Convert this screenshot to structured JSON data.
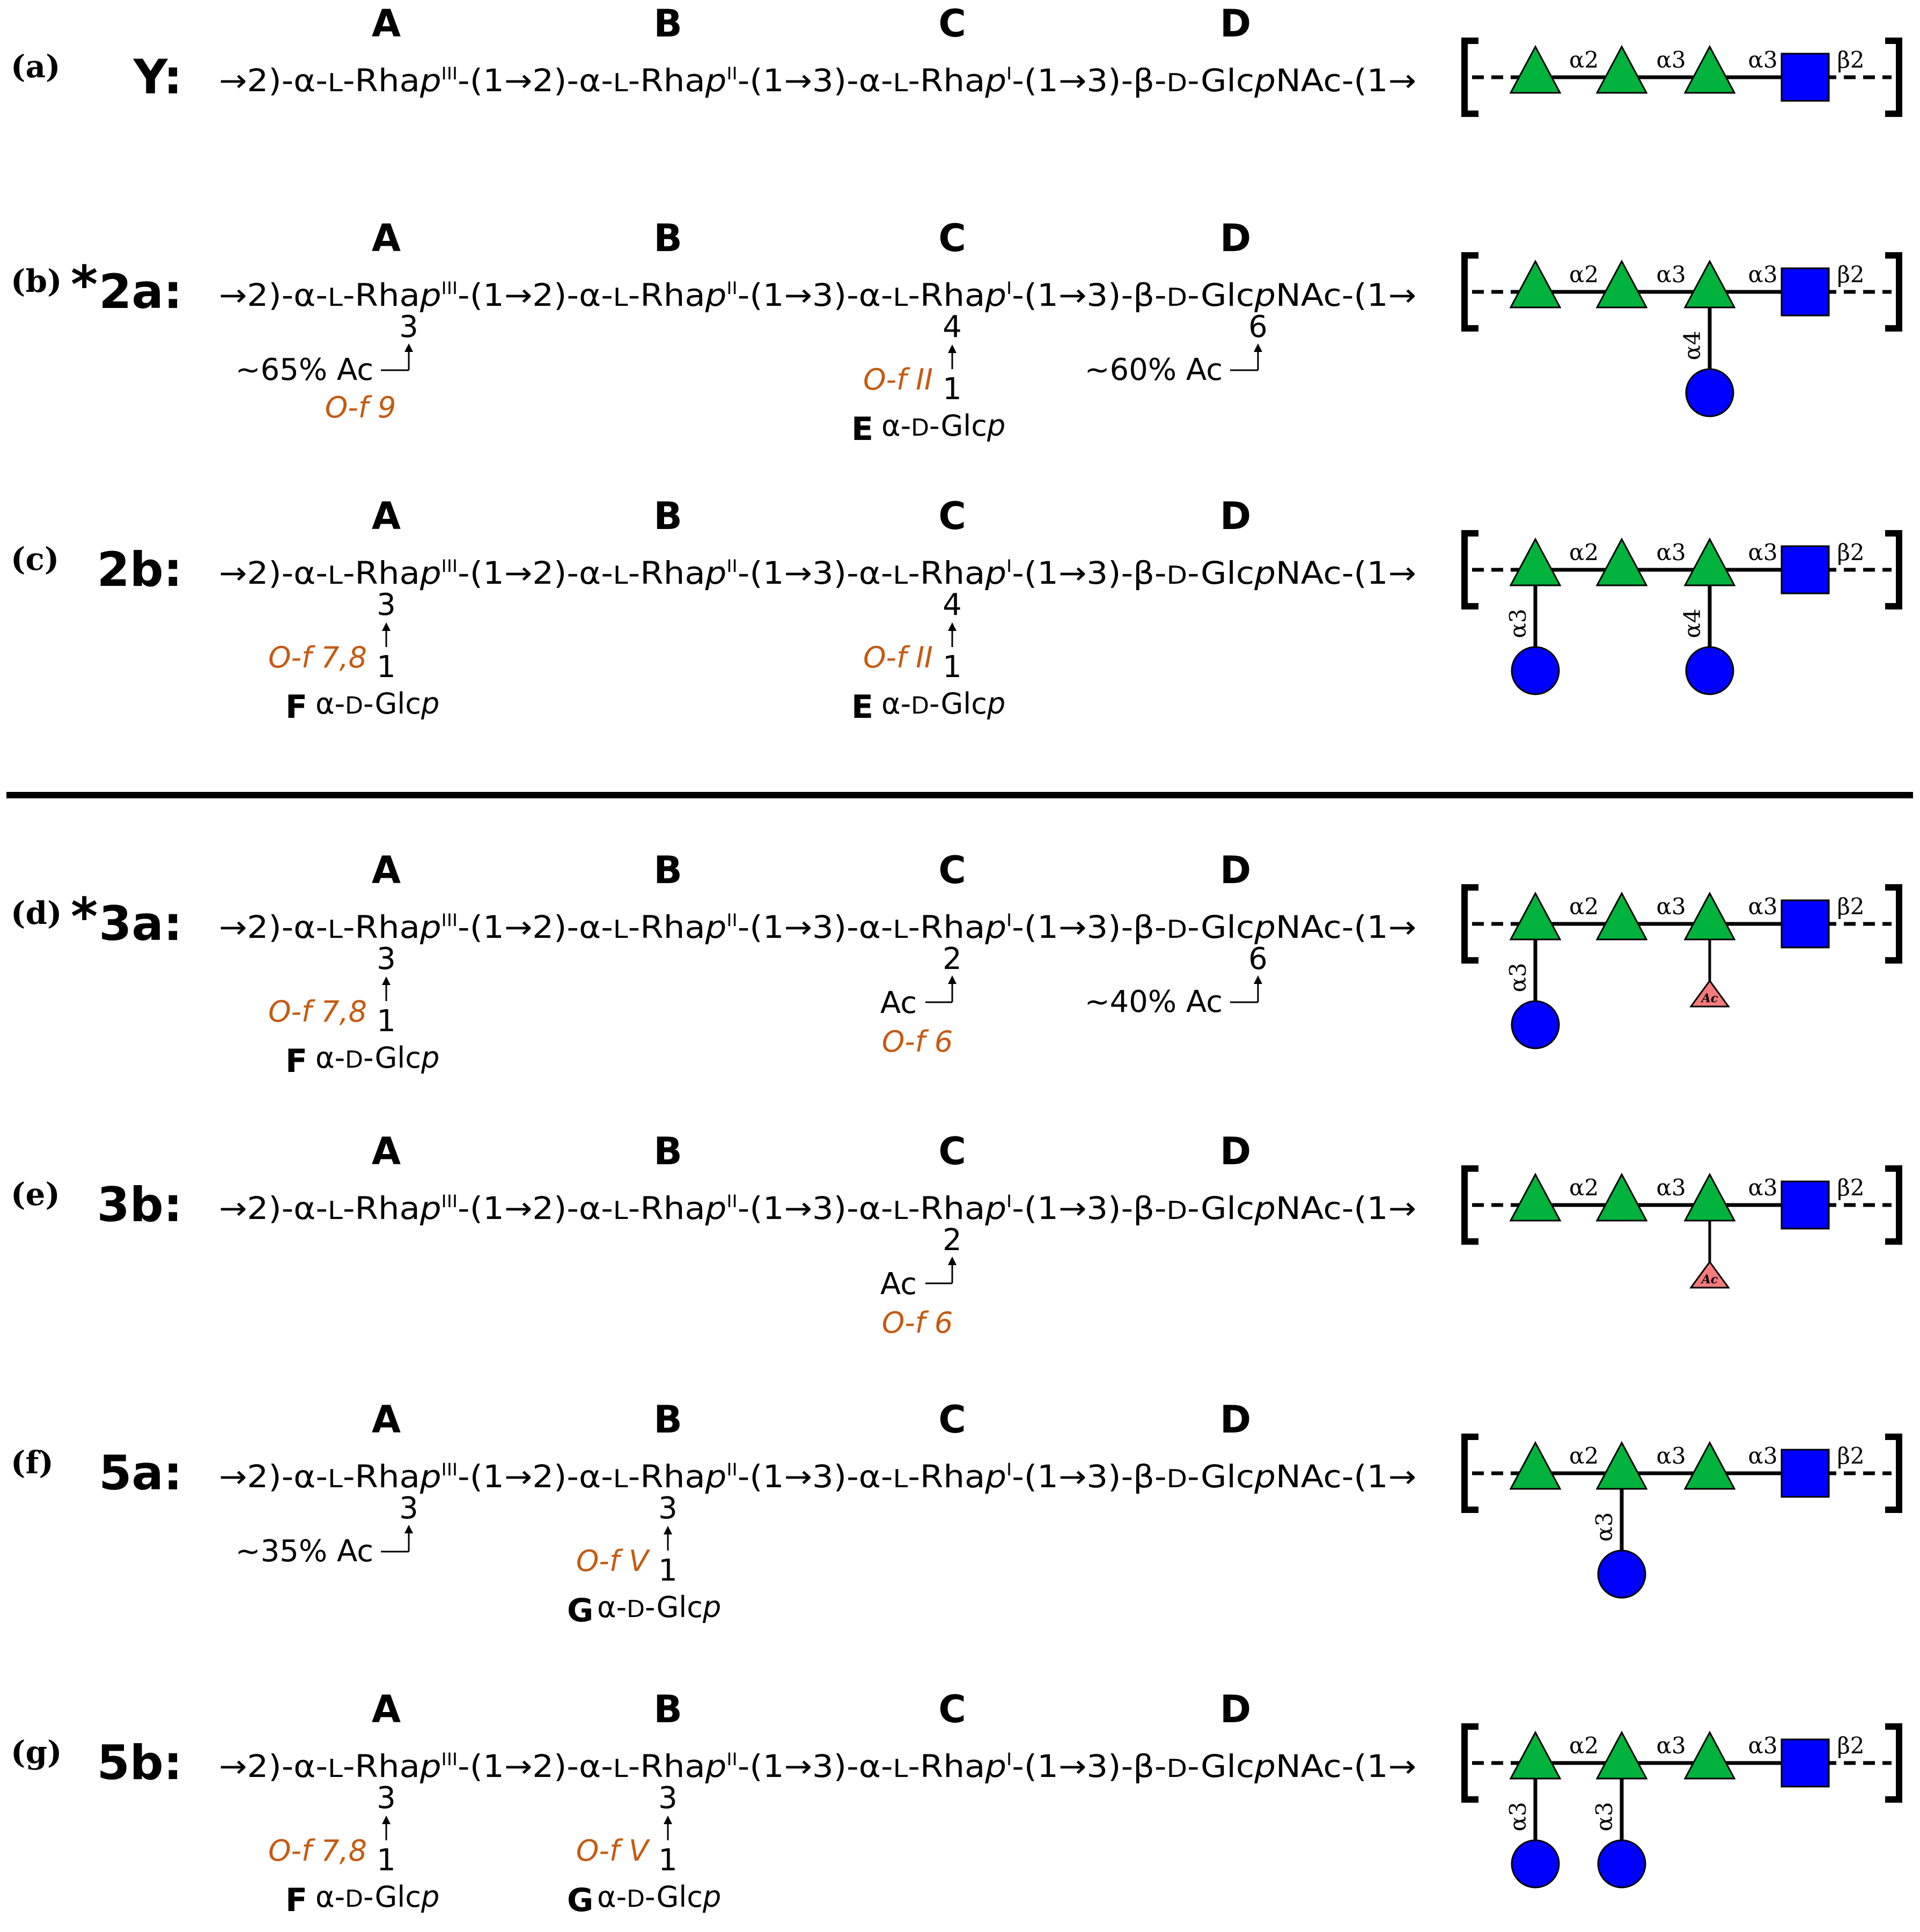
{
  "colors": {
    "glc": "#0000ff",
    "rha": "#00b33c",
    "ac": "#f47c7c",
    "ofa": "#c55a11",
    "ink": "#000000"
  },
  "chain": {
    "letters": [
      "A",
      "B",
      "C",
      "D"
    ],
    "seg1": "→2)-α-",
    "L1": "L",
    "rha1": "-Rha",
    "sup1": "III",
    "seg2": "-(1→2)-α-",
    "L2": "L",
    "rha2": "-Rha",
    "sup2": "II",
    "seg3": "-(1→3)-α-",
    "L3": "L",
    "rha3": "-Rha",
    "sup3": "I",
    "seg4": "-(1→3)-β-",
    "D": "D",
    "glcnac1": "-Glc",
    "glcnac2": "NAc-(1→",
    "p": "p"
  },
  "glc_label": {
    "alpha": "α-",
    "D": "D",
    "glc": "-Glc",
    "p": "p"
  },
  "linkage_labels": [
    "α2",
    "α3",
    "α3",
    "β2"
  ],
  "ac_glyph": "Ac",
  "panels": [
    {
      "tag": "(a)",
      "star": "",
      "name": "Y:",
      "subs": [],
      "branches": []
    },
    {
      "tag": "(b)",
      "star": "*",
      "name": "2a:",
      "subs": [
        {
          "type": "ac",
          "res": 0,
          "pos": "3",
          "label": "~65% Ac",
          "ofa": "O-f 9"
        },
        {
          "type": "glc",
          "res": 2,
          "pos": "4",
          "one": "1",
          "ofa": "O-f II",
          "letter": "E"
        },
        {
          "type": "ac",
          "res": 3,
          "pos": "6",
          "label": "~60% Ac",
          "ofa": ""
        }
      ],
      "branches": [
        {
          "res": 2,
          "kind": "glc",
          "link": "α4"
        }
      ]
    },
    {
      "tag": "(c)",
      "star": "",
      "name": "2b:",
      "subs": [
        {
          "type": "glc",
          "res": 0,
          "pos": "3",
          "one": "1",
          "ofa": "O-f 7,8",
          "letter": "F"
        },
        {
          "type": "glc",
          "res": 2,
          "pos": "4",
          "one": "1",
          "ofa": "O-f II",
          "letter": "E"
        }
      ],
      "branches": [
        {
          "res": 0,
          "kind": "glc",
          "link": "α3"
        },
        {
          "res": 2,
          "kind": "glc",
          "link": "α4"
        }
      ]
    },
    {
      "tag": "(d)",
      "star": "*",
      "name": "3a:",
      "subs": [
        {
          "type": "glc",
          "res": 0,
          "pos": "3",
          "one": "1",
          "ofa": "O-f 7,8",
          "letter": "F"
        },
        {
          "type": "acb",
          "res": 2,
          "pos": "2",
          "label": "Ac",
          "ofa": "O-f 6"
        },
        {
          "type": "ac",
          "res": 3,
          "pos": "6",
          "label": "~40% Ac",
          "ofa": ""
        }
      ],
      "branches": [
        {
          "res": 0,
          "kind": "glc",
          "link": "α3"
        },
        {
          "res": 2,
          "kind": "ac",
          "link": ""
        }
      ]
    },
    {
      "tag": "(e)",
      "star": "",
      "name": "3b:",
      "subs": [
        {
          "type": "acb",
          "res": 2,
          "pos": "2",
          "label": "Ac",
          "ofa": "O-f 6"
        }
      ],
      "branches": [
        {
          "res": 2,
          "kind": "ac",
          "link": ""
        }
      ]
    },
    {
      "tag": "(f)",
      "star": "",
      "name": "5a:",
      "subs": [
        {
          "type": "ac",
          "res": 0,
          "pos": "3",
          "label": "~35% Ac",
          "ofa": ""
        },
        {
          "type": "glc",
          "res": 1,
          "pos": "3",
          "one": "1",
          "ofa": "O-f V",
          "letter": "G"
        }
      ],
      "branches": [
        {
          "res": 1,
          "kind": "glc",
          "link": "α3"
        }
      ]
    },
    {
      "tag": "(g)",
      "star": "",
      "name": "5b:",
      "subs": [
        {
          "type": "glc",
          "res": 0,
          "pos": "3",
          "one": "1",
          "ofa": "O-f 7,8",
          "letter": "F"
        },
        {
          "type": "glc",
          "res": 1,
          "pos": "3",
          "one": "1",
          "ofa": "O-f V",
          "letter": "G"
        }
      ],
      "branches": [
        {
          "res": 0,
          "kind": "glc",
          "link": "α3"
        },
        {
          "res": 1,
          "kind": "glc",
          "link": "α3"
        }
      ]
    }
  ]
}
